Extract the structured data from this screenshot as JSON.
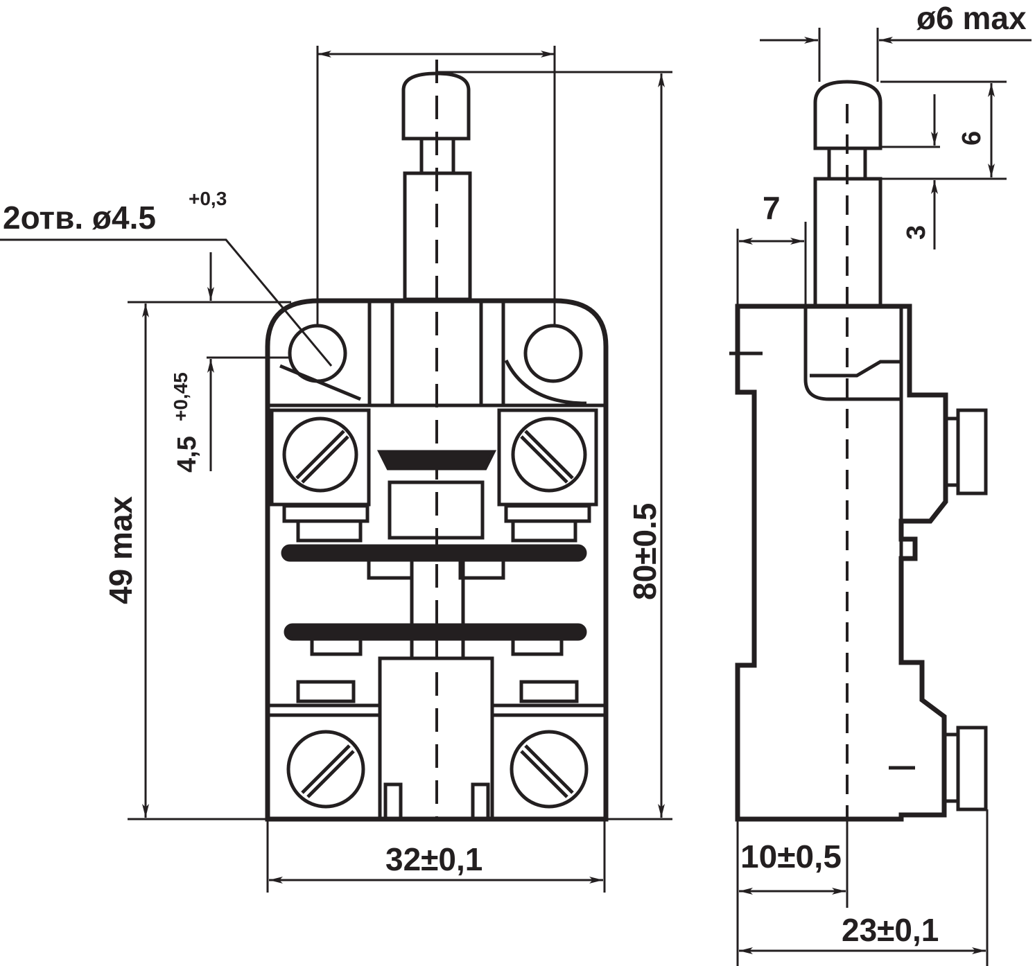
{
  "colors": {
    "ink": "#231f20",
    "paper": "#ffffff"
  },
  "drawing": {
    "front_view": {
      "hole_callout": "2отв. ø4.5",
      "hole_tolerance": "+0,3",
      "hole_offset_value": "4,5",
      "hole_offset_tolerance": "+0,45",
      "height_max": "49 max",
      "overall_height": "80±0.5",
      "mount_width": "32±0,1"
    },
    "side_view": {
      "plunger_diameter": "ø6 max",
      "plunger_travel": "6",
      "pretravel": "3",
      "flange_width": "7",
      "plunger_axis_offset": "10±0,5",
      "overall_depth": "23±0,1"
    }
  }
}
